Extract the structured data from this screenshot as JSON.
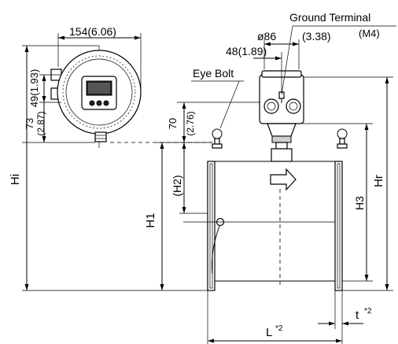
{
  "labels": {
    "ground_terminal": "Ground Terminal",
    "ground_terminal_size": "(M4)",
    "eye_bolt": "Eye Bolt",
    "width_154": "154(6.06)",
    "dia_86": "ø86",
    "dia_86_in": "(3.38)",
    "dim_48": "48(1.89)",
    "dim_49": "49(1.93)",
    "dim_73": "73",
    "dim_73_in": "(2.87)",
    "dim_70": "70",
    "dim_70_in": "(2.76)",
    "hi": "Hi",
    "h1": "H1",
    "h2": "(H2)",
    "h3": "H3",
    "hr": "Hr",
    "length": "L",
    "thickness": "t",
    "note_mark": "*2"
  }
}
